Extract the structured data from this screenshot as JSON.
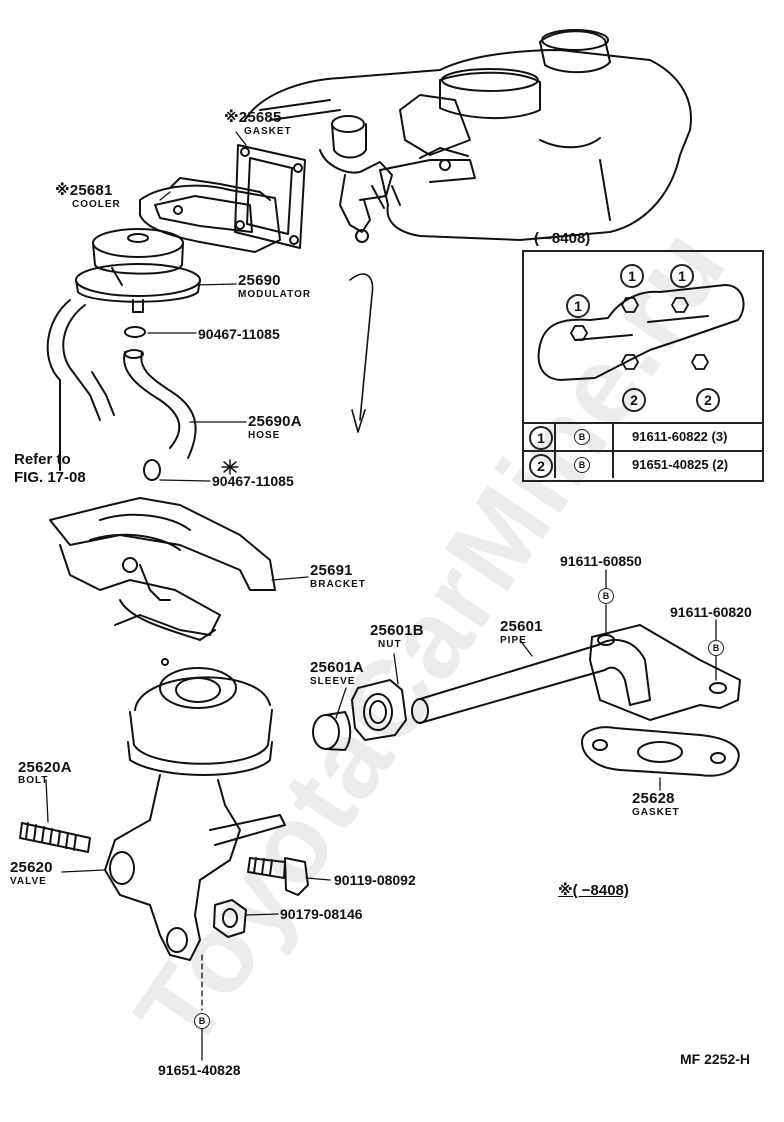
{
  "watermark": "ToyotaCarMine.ru",
  "footer_code": "MF  2252-H",
  "note_range": "※(     −8408)",
  "inset": {
    "title": "(     −8408)",
    "legend": [
      {
        "num": "1",
        "mark": "B",
        "part": "91611-60822 (3)"
      },
      {
        "num": "2",
        "mark": "B",
        "part": "91651-40825 (2)"
      }
    ]
  },
  "parts": {
    "gasket_top": {
      "num": "※25685",
      "name": "GASKET"
    },
    "cooler": {
      "num": "※25681",
      "name": "COOLER"
    },
    "modulator": {
      "num": "25690",
      "name": "MODULATOR"
    },
    "clamp1": {
      "num": "90467-11085"
    },
    "hose": {
      "num": "25690A",
      "name": "HOSE"
    },
    "clamp2": {
      "num": "90467-11085",
      "mark": "※"
    },
    "refer": {
      "line1": "Refer to",
      "line2": "FIG. 17-08"
    },
    "bracket": {
      "num": "25691",
      "name": "BRACKET"
    },
    "nut": {
      "num": "25601B",
      "name": "NUT"
    },
    "pipe": {
      "num": "25601",
      "name": "PIPE"
    },
    "sleeve": {
      "num": "25601A",
      "name": "SLEEVE"
    },
    "bolt_a": {
      "num": "91611-60850",
      "mark": "B"
    },
    "bolt_b": {
      "num": "91611-60820",
      "mark": "B"
    },
    "gasket_pipe": {
      "num": "25628",
      "name": "GASKET"
    },
    "bolt": {
      "num": "25620A",
      "name": "BOLT"
    },
    "valve": {
      "num": "25620",
      "name": "VALVE"
    },
    "bolt_valve": {
      "num": "90119-08092"
    },
    "nut_valve": {
      "num": "90179-08146"
    },
    "bolt_bottom": {
      "num": "91651-40828",
      "mark": "B"
    }
  }
}
